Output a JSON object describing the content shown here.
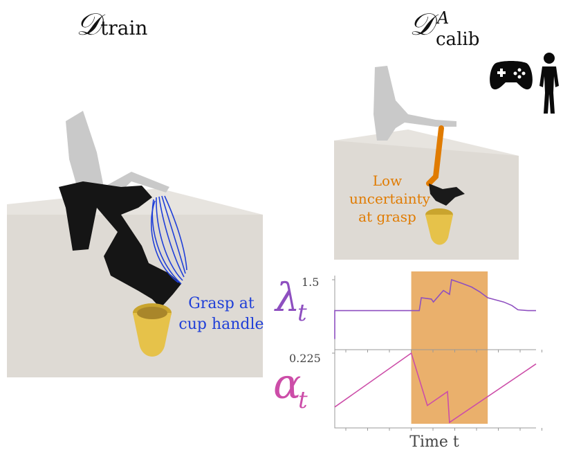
{
  "titles": {
    "left_main": "𝒟",
    "left_sub": "train",
    "right_main": "𝒟",
    "right_sup": "A",
    "right_sub": "calib"
  },
  "annotations": {
    "grasp_line1": "Grasp at",
    "grasp_line2": "cup handle",
    "uncert_line1": "Low",
    "uncert_line2": "uncertainty",
    "uncert_line3": "at grasp"
  },
  "colors": {
    "lambda": "#8e4fc0",
    "alpha": "#cc4da8",
    "highlight": "#eab06c",
    "trajectory": "#1f3fd8",
    "arm_orange": "#e07b00",
    "cup": "#e6c24a"
  },
  "icons": [
    "gamepad-icon",
    "person-silhouette-icon"
  ],
  "chart_data": [
    {
      "type": "line",
      "name": "lambda-plot",
      "ylabel": "λ",
      "ylabel_sub": "t",
      "xlabel": "",
      "ytick_label": "1.5",
      "ylim": [
        0.0,
        1.5
      ],
      "highlight_range": [
        0.38,
        0.76
      ],
      "series": [
        {
          "x": [
            0.0,
            0.0,
            0.0,
            0.38,
            0.42,
            0.43,
            0.48,
            0.49,
            0.54,
            0.57,
            0.58,
            0.63,
            0.68,
            0.72,
            0.76,
            0.8,
            0.84,
            0.88,
            0.91,
            0.96,
            1.0
          ],
          "y": [
            0.12,
            0.12,
            0.78,
            0.78,
            0.78,
            1.08,
            1.05,
            0.98,
            1.25,
            1.16,
            1.5,
            1.42,
            1.33,
            1.22,
            1.08,
            1.03,
            0.98,
            0.9,
            0.8,
            0.78,
            0.78
          ]
        }
      ]
    },
    {
      "type": "line",
      "name": "alpha-plot",
      "ylabel": "α",
      "ylabel_sub": "t",
      "xlabel": "Time t",
      "ytick_label": "0.225",
      "ylim": [
        0.0,
        0.225
      ],
      "highlight_range": [
        0.38,
        0.76
      ],
      "series": [
        {
          "x": [
            0.0,
            0.38,
            0.46,
            0.56,
            0.57,
            1.0
          ],
          "y": [
            0.05,
            0.225,
            0.055,
            0.1,
            0.0,
            0.19
          ]
        }
      ]
    }
  ]
}
